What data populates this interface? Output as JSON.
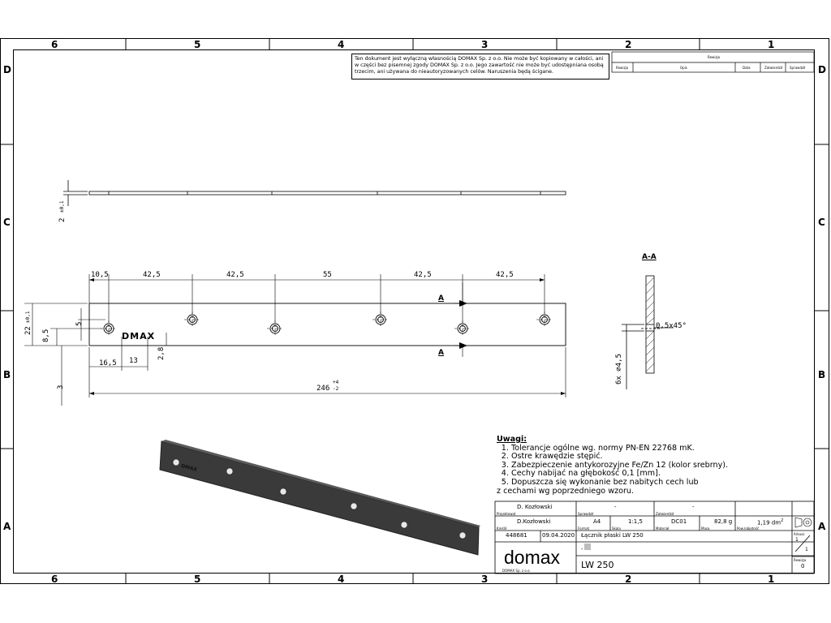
{
  "zones": {
    "columns": [
      "6",
      "5",
      "4",
      "3",
      "2",
      "1"
    ],
    "rows": [
      "D",
      "C",
      "B",
      "A"
    ]
  },
  "notice": {
    "text": "Ten dokument jest wyłączną własnością DOMAX Sp. z o.o. Nie może być kopiowany w całości, ani w części bez pisemnej zgody DOMAX Sp. z o.o. Jego zawartość nie może być udostępniana osobą trzecim, ani używana do nieautoryzowanych celów. Naruszenia będą ścigane."
  },
  "revisions": {
    "title": "Rewizja",
    "headers": [
      "Rewizja",
      "Opis",
      "Data",
      "Zatwierdził",
      "Sprawdził"
    ]
  },
  "dimensions": {
    "d1": "10,5",
    "d2": "42,5",
    "d3": "42,5",
    "d4": "55",
    "d5": "42,5",
    "d6": "42,5",
    "height": "22",
    "height_tol": "±0,1",
    "v5": "5",
    "v8_5": "8,5",
    "v3": "3",
    "d16_5": "16,5",
    "d13": "13",
    "d2_8": "2,8",
    "length": "246",
    "length_tol_up": "+4",
    "length_tol_down": "-2",
    "thickness": "2",
    "thickness_tol": "±0,1",
    "chamfer": "0,5x45°",
    "holes": "6x ⌀4,5"
  },
  "section": {
    "label": "A-A",
    "marker": "A"
  },
  "plate_mark": "DMAX",
  "notes": {
    "title": "Uwagi:",
    "items": [
      "Tolerancje ogólne wg. normy PN-EN 22768 mK.",
      "Ostre krawędzie stępić.",
      "Zabezpieczenie antykorozyjne Fe/Zn 12 (kolor srebrny).",
      "Cechy nabijać na głębokość 0,1 [mm].",
      "Dopuszcza się wykonanie bez nabitych cech lub"
    ],
    "continuation": "z cechami wg poprzedniego wzoru."
  },
  "title_block": {
    "designer": "D. Kozłowski",
    "designer_lbl": "Projektował",
    "checker_lbl": "Sprawdził",
    "approved_lbl": "Zatwierdził",
    "dash1": "-",
    "dash2": "-",
    "drafter": "D.Kozłowski",
    "drafter_lbl": "Kreślił",
    "format_lbl": "Format",
    "format": "A4",
    "scale_lbl": "Skala",
    "scale": "1:1,5",
    "material_lbl": "Materiał",
    "material": "DC01",
    "mass_lbl": "Masa",
    "mass": "82,8 g",
    "volume_lbl": "Pow./objętość",
    "volume": "1,19 dm",
    "volume_sup": "2",
    "drawing_no": "448681",
    "date": "09.04.2020",
    "part_name": "Łącznik płaski LW 250",
    "dash3": "-",
    "part_code": "LW 250",
    "sheet_lbl": "Arkusz",
    "sheet": "1",
    "sheets": "1",
    "rev_lbl": "Rewizja",
    "rev": "0",
    "logo": "domax",
    "logo_sub": "DOMAX Sp. z o.o."
  },
  "colors": {
    "plate_dark": "#3a3a3a",
    "plate_edge": "#222222",
    "line": "#000000"
  }
}
